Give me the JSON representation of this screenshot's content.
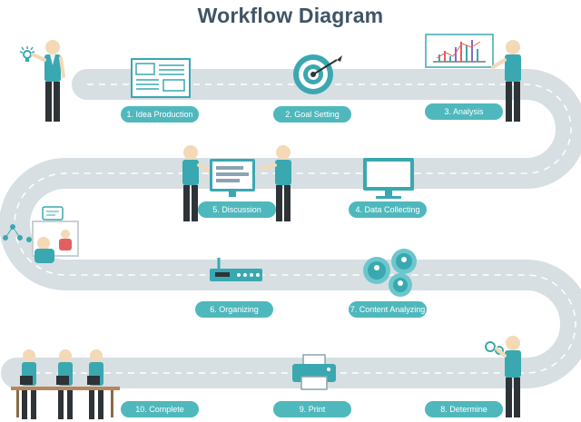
{
  "title": "Workflow Diagram",
  "colors": {
    "road": "#d7dfe3",
    "road_dash": "#ffffff",
    "label_bg": "#4fb8bd",
    "teal": "#3aa8b0",
    "teal_light": "#6cc7cc",
    "skin": "#f3d9b6",
    "dark": "#2e3338",
    "title": "#3f5466"
  },
  "steps": [
    {
      "label": "1. Idea Production"
    },
    {
      "label": "2. Goal Setting"
    },
    {
      "label": "3. Analysis"
    },
    {
      "label": "4. Data Collecting"
    },
    {
      "label": "5. Discussion"
    },
    {
      "label": "6. Organizing"
    },
    {
      "label": "7. Content Analyzing"
    },
    {
      "label": "8. Determine"
    },
    {
      "label": "9. Print"
    },
    {
      "label": "10. Complete"
    }
  ]
}
